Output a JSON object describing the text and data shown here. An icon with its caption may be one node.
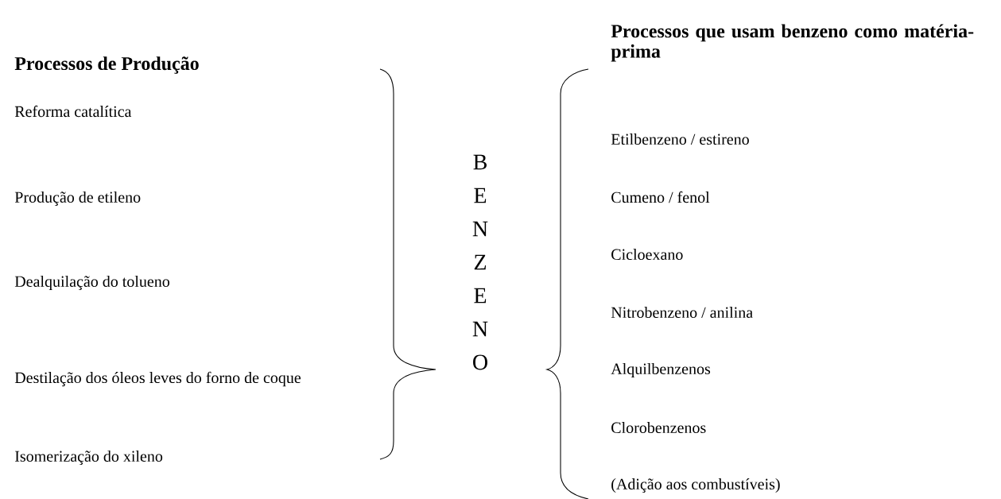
{
  "diagram": {
    "labels": [
      "Processos de Produção",
      "Processos que usam benzeno como matéria-prima",
      "Reforma catalítica",
      "Produção de etileno",
      "Dealquilação do tolueno",
      "Destilação dos óleos leves do forno de coque",
      "Isomerização do xileno",
      "B",
      "E",
      "N",
      "Z",
      "E",
      "N",
      "O",
      "Etilbenzeno / estireno",
      "Cumeno / fenol",
      "Cicloexano",
      "Nitrobenzeno / anilina",
      "Alquilbenzenos",
      "Clorobenzenos",
      "(Adição aos combustíveis)"
    ]
  }
}
